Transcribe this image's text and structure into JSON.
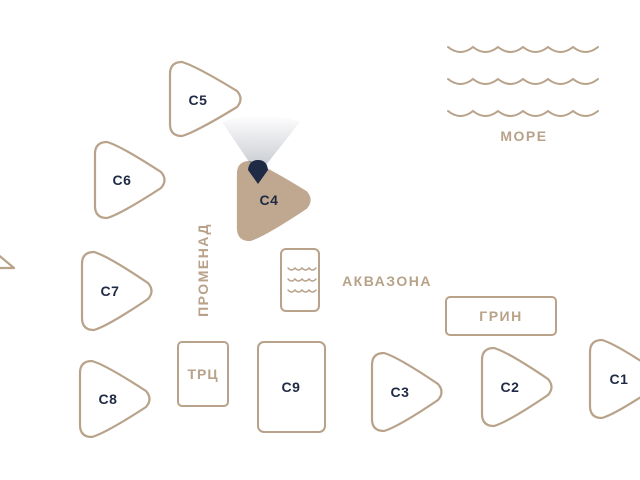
{
  "map": {
    "colors": {
      "outline": "#b8a28a",
      "active_fill": "#bfa88f",
      "label": "#1f2a44",
      "marker": "#1f2a44"
    },
    "buildings": [
      {
        "id": "c5",
        "label": "С5"
      },
      {
        "id": "c6",
        "label": "С6"
      },
      {
        "id": "c4",
        "label": "С4",
        "selected": true
      },
      {
        "id": "c7",
        "label": "С7"
      },
      {
        "id": "c8",
        "label": "С8"
      },
      {
        "id": "c9",
        "label": "С9"
      },
      {
        "id": "c3",
        "label": "С3"
      },
      {
        "id": "c2",
        "label": "С2"
      },
      {
        "id": "c1",
        "label": "С1"
      }
    ],
    "zones": {
      "sea": "МОРЕ",
      "promenade": "ПРОМЕНАД",
      "aquazone": "АКВАЗОНА",
      "green": "ГРИН",
      "mall": "ТРЦ"
    },
    "icons": {
      "view_marker": "view-direction-marker-icon",
      "sea_waves": "sea-waves-icon",
      "aqua_waves": "water-waves-icon"
    }
  }
}
